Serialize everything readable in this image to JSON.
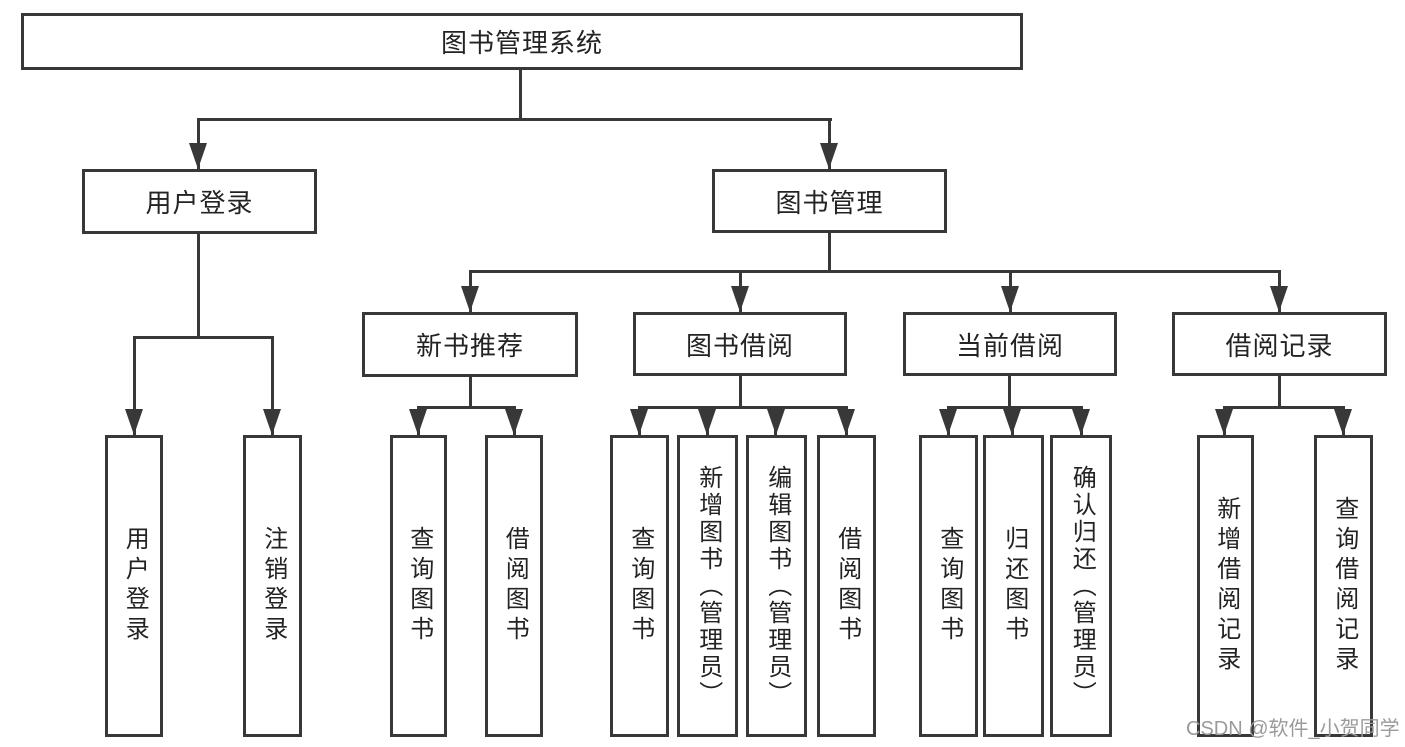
{
  "diagram_title": "图书管理系统",
  "watermark": "CSDN @软件_小贺同学",
  "colors": {
    "line": "#383838",
    "text": "#232323",
    "watermark": "#9b9b9b",
    "background": "#ffffff"
  },
  "tree": {
    "root": {
      "label": "图书管理系统"
    },
    "branches": [
      {
        "label": "用户登录",
        "children": [
          {
            "label": "用户登录"
          },
          {
            "label": "注销登录"
          }
        ]
      },
      {
        "label": "图书管理",
        "children": [
          {
            "label": "新书推荐",
            "children": [
              {
                "label": "查询图书"
              },
              {
                "label": "借阅图书"
              }
            ]
          },
          {
            "label": "图书借阅",
            "children": [
              {
                "label": "查询图书"
              },
              {
                "label": "新增图书（管理员）"
              },
              {
                "label": "编辑图书（管理员）"
              },
              {
                "label": "借阅图书"
              }
            ]
          },
          {
            "label": "当前借阅",
            "children": [
              {
                "label": "查询图书"
              },
              {
                "label": "归还图书"
              },
              {
                "label": "确认归还（管理员）"
              }
            ]
          },
          {
            "label": "借阅记录",
            "children": [
              {
                "label": "新增借阅记录"
              },
              {
                "label": "查询借阅记录"
              }
            ]
          }
        ]
      }
    ]
  }
}
